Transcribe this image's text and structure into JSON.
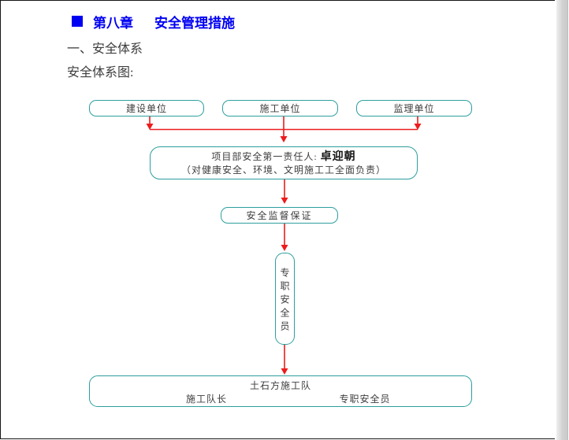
{
  "heading": {
    "chapter": "第八章",
    "title": "安全管理措施",
    "section": "一、安全体系",
    "caption": "安全体系图:"
  },
  "flowchart": {
    "top_boxes": [
      {
        "label": "建设单位"
      },
      {
        "label": "施工单位"
      },
      {
        "label": "监理单位"
      }
    ],
    "responsible_box": {
      "line1_prefix": "项目部安全第一责任人: ",
      "name": "卓迎朝",
      "line2": "（对健康安全、环境、文明施工工全面负责）"
    },
    "supervision_box": {
      "label": "安全监督保证"
    },
    "officer_box": {
      "label": "专职安全员"
    },
    "team_box": {
      "title": "土石方施工队",
      "left_role": "施工队长",
      "right_role": "专职安全员"
    }
  },
  "colors": {
    "accent-blue": "#0000f2",
    "box-border": "#2e9e9e",
    "arrow-red": "#ed1c1c",
    "text-dark": "#3d3d3d",
    "name-black": "#141414"
  }
}
